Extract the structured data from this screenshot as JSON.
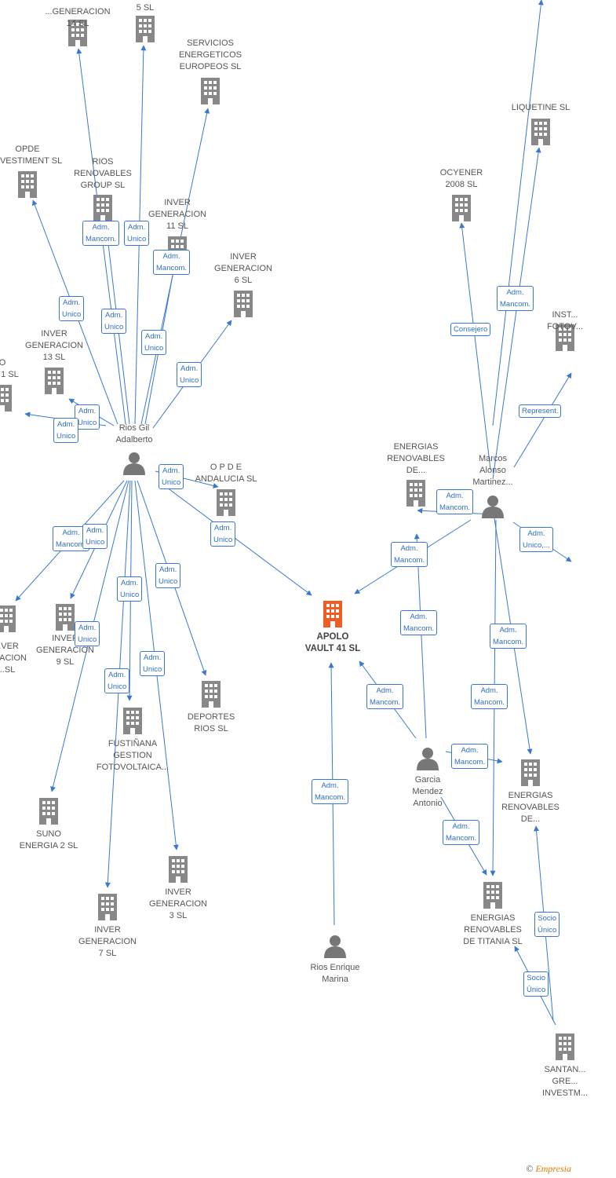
{
  "colors": {
    "edge": "#3a78d0",
    "building": "#888888",
    "target": "#f05a23",
    "person": "#777777",
    "label": "#555555"
  },
  "nodes": [
    {
      "id": "inver14",
      "type": "company",
      "label": "...GENERACION\n14  SL"
    },
    {
      "id": "n5sl",
      "type": "company",
      "label": "5  SL"
    },
    {
      "id": "servicios",
      "type": "company",
      "label": "SERVICIOS\nENERGETICOS\nEUROPEOS SL"
    },
    {
      "id": "opde_inv",
      "type": "company",
      "label": "OPDE\n...VESTIMENT SL"
    },
    {
      "id": "rios_renov",
      "type": "company",
      "label": "RIOS\nRENOVABLES\nGROUP SL"
    },
    {
      "id": "inver11",
      "type": "company",
      "label": "INVER\nGENERACION\n11  SL"
    },
    {
      "id": "inver6",
      "type": "company",
      "label": "INVER\nGENERACION\n6  SL"
    },
    {
      "id": "inver13",
      "type": "company",
      "label": "INVER\nGENERACION\n13  SL"
    },
    {
      "id": "a1sl",
      "type": "company",
      "label": "O\n...A 1  SL"
    },
    {
      "id": "opde_and",
      "type": "company",
      "label": "O P D E\nANDALUCIA SL"
    },
    {
      "id": "ios",
      "type": "company",
      "label": "...VER\n...RACION\n...SL"
    },
    {
      "id": "inver9",
      "type": "company",
      "label": "INVER\nGENERACION\n9  SL"
    },
    {
      "id": "fustinana",
      "type": "company",
      "label": "FUSTIÑANA\nGESTION\nFOTOVOLTAICA..."
    },
    {
      "id": "deportes",
      "type": "company",
      "label": "DEPORTES\nRIOS  SL"
    },
    {
      "id": "suno",
      "type": "company",
      "label": "SUNO\nENERGIA 2  SL"
    },
    {
      "id": "inver3",
      "type": "company",
      "label": "INVER\nGENERACION\n3  SL"
    },
    {
      "id": "inver7",
      "type": "company",
      "label": "INVER\nGENERACION\n7  SL"
    },
    {
      "id": "apolo",
      "type": "target",
      "label": "APOLO\nVAULT 41  SL"
    },
    {
      "id": "liquetine",
      "type": "company",
      "label": "LIQUETINE  SL"
    },
    {
      "id": "ocyener",
      "type": "company",
      "label": "OCYENER\n2008 SL"
    },
    {
      "id": "inst",
      "type": "company",
      "label": "INST...\nFOTOV..."
    },
    {
      "id": "energias_de1",
      "type": "company",
      "label": "ENERGIAS\nRENOVABLES\nDE..."
    },
    {
      "id": "energias_de2",
      "type": "company",
      "label": "ENERGIAS\nRENOVABLES\nDE..."
    },
    {
      "id": "titania",
      "type": "company",
      "label": "ENERGIAS\nRENOVABLES\nDE TITANIA  SL"
    },
    {
      "id": "santan",
      "type": "company",
      "label": "SANTAN...\nGRE...\nINVESTM..."
    },
    {
      "id": "rios_gil",
      "type": "person",
      "label": "Rios Gil\nAdalberto"
    },
    {
      "id": "marcos",
      "type": "person",
      "label": "Marcos\nAlonso\nMartinez..."
    },
    {
      "id": "garcia",
      "type": "person",
      "label": "Garcia\nMendez\nAntonio"
    },
    {
      "id": "rios_enrique",
      "type": "person",
      "label": "Rios Enrique\nMarina"
    }
  ],
  "edge_labels": [
    {
      "id": "e1",
      "text": "Adm.\nMancom."
    },
    {
      "id": "e2",
      "text": "Adm.\nUnico"
    },
    {
      "id": "e3",
      "text": "Adm.\nMancom."
    },
    {
      "id": "e4",
      "text": "Adm.\nUnico"
    },
    {
      "id": "e5",
      "text": "Adm.\nUnico"
    },
    {
      "id": "e6",
      "text": "Adm.\nUnico"
    },
    {
      "id": "e7",
      "text": "Adm.\nUnico"
    },
    {
      "id": "e8",
      "text": "Adm.\nUnico"
    },
    {
      "id": "e9",
      "text": "Adm.\nUnico"
    },
    {
      "id": "e10",
      "text": "Adm.\nUnico"
    },
    {
      "id": "e11",
      "text": "Adm.\nMancom."
    },
    {
      "id": "e12",
      "text": "Adm.\nUnico"
    },
    {
      "id": "e13",
      "text": "Adm.\nUnico"
    },
    {
      "id": "e14",
      "text": "Adm.\nUnico"
    },
    {
      "id": "e15",
      "text": "Adm.\nUnico"
    },
    {
      "id": "e16",
      "text": "Adm.\nUnico"
    },
    {
      "id": "e17",
      "text": "Adm.\nUnico"
    },
    {
      "id": "e18",
      "text": "Adm.\nUnico"
    },
    {
      "id": "e19",
      "text": "Adm.\nMancom."
    },
    {
      "id": "e20",
      "text": "Consejero"
    },
    {
      "id": "e21",
      "text": "Represent."
    },
    {
      "id": "e22",
      "text": "Adm.\nMancom."
    },
    {
      "id": "e23",
      "text": "Adm.\nMancom."
    },
    {
      "id": "e24",
      "text": "Adm.\nUnico,..."
    },
    {
      "id": "e25",
      "text": "Adm.\nMancom."
    },
    {
      "id": "e26",
      "text": "Adm.\nMancom."
    },
    {
      "id": "e27",
      "text": "Adm.\nMancom."
    },
    {
      "id": "e28",
      "text": "Adm.\nMancom."
    },
    {
      "id": "e29",
      "text": "Adm.\nMancom."
    },
    {
      "id": "e30",
      "text": "Adm.\nMancom."
    },
    {
      "id": "e31",
      "text": "Adm.\nMancom."
    },
    {
      "id": "e32",
      "text": "Socio\nÚnico"
    },
    {
      "id": "e33",
      "text": "Socio\nÚnico"
    }
  ],
  "footer": {
    "copyright": "©",
    "brand": "Empresia"
  }
}
